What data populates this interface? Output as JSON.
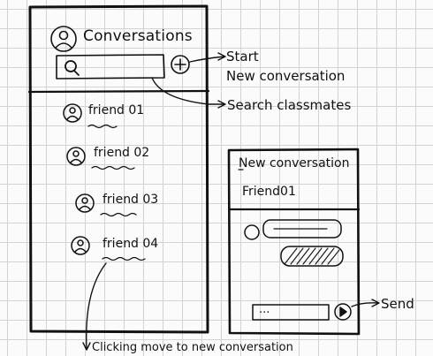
{
  "conversations_screen": {
    "title": "Conversations",
    "search": {
      "icon": "search-icon"
    },
    "new_button": {
      "icon": "plus-icon"
    },
    "friends": [
      {
        "label": "friend 01",
        "icon": "avatar-icon"
      },
      {
        "label": "friend 02",
        "icon": "avatar-icon"
      },
      {
        "label": "friend 03",
        "icon": "avatar-icon"
      },
      {
        "label": "friend 04",
        "icon": "avatar-icon"
      }
    ]
  },
  "chat_screen": {
    "title": "New conversation",
    "recipient": "Friend01",
    "input": {
      "placeholder": "..."
    },
    "send_button": {
      "icon": "send-icon"
    }
  },
  "annotations": {
    "start": [
      "Start",
      "New conversation"
    ],
    "search": "Search classmates",
    "send": "Send",
    "move": "Clicking move to new conversation"
  }
}
